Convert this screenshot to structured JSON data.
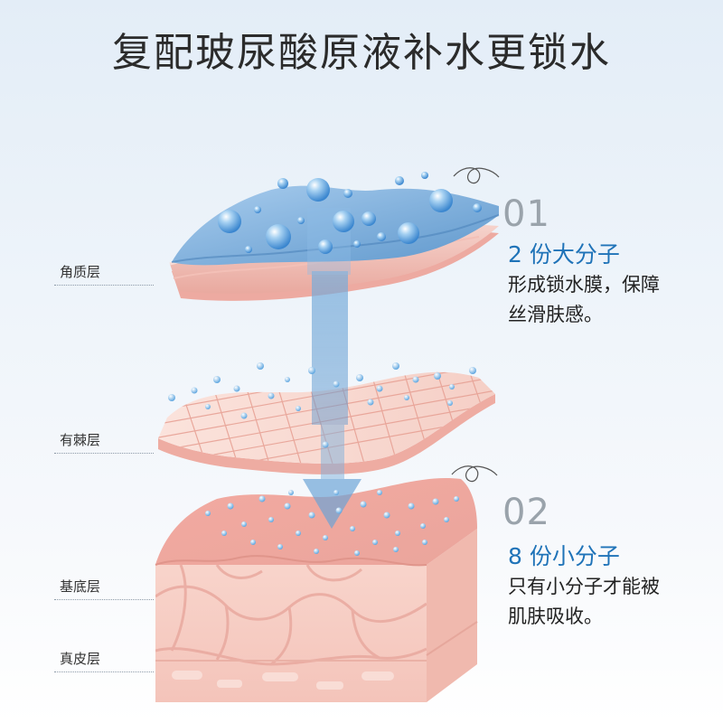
{
  "title": "复配玻尿酸原液补水更锁水",
  "layers": {
    "stratum_corneum": "角质层",
    "stratum_spinosum": "有棘层",
    "stratum_basale": "基底层",
    "dermis": "真皮层"
  },
  "point_01": {
    "number": "01",
    "heading": "2 份大分子",
    "desc_line1": "形成锁水膜，保障",
    "desc_line2": "丝滑肤感。"
  },
  "point_02": {
    "number": "02",
    "heading": "8 份小分子",
    "desc_line1": "只有小分子才能被",
    "desc_line2": "肌肤吸收。"
  },
  "colors": {
    "accent_blue": "#1f73b8",
    "skin_pink": "#f2c4bb",
    "film_blue": "#7fb0dc"
  }
}
